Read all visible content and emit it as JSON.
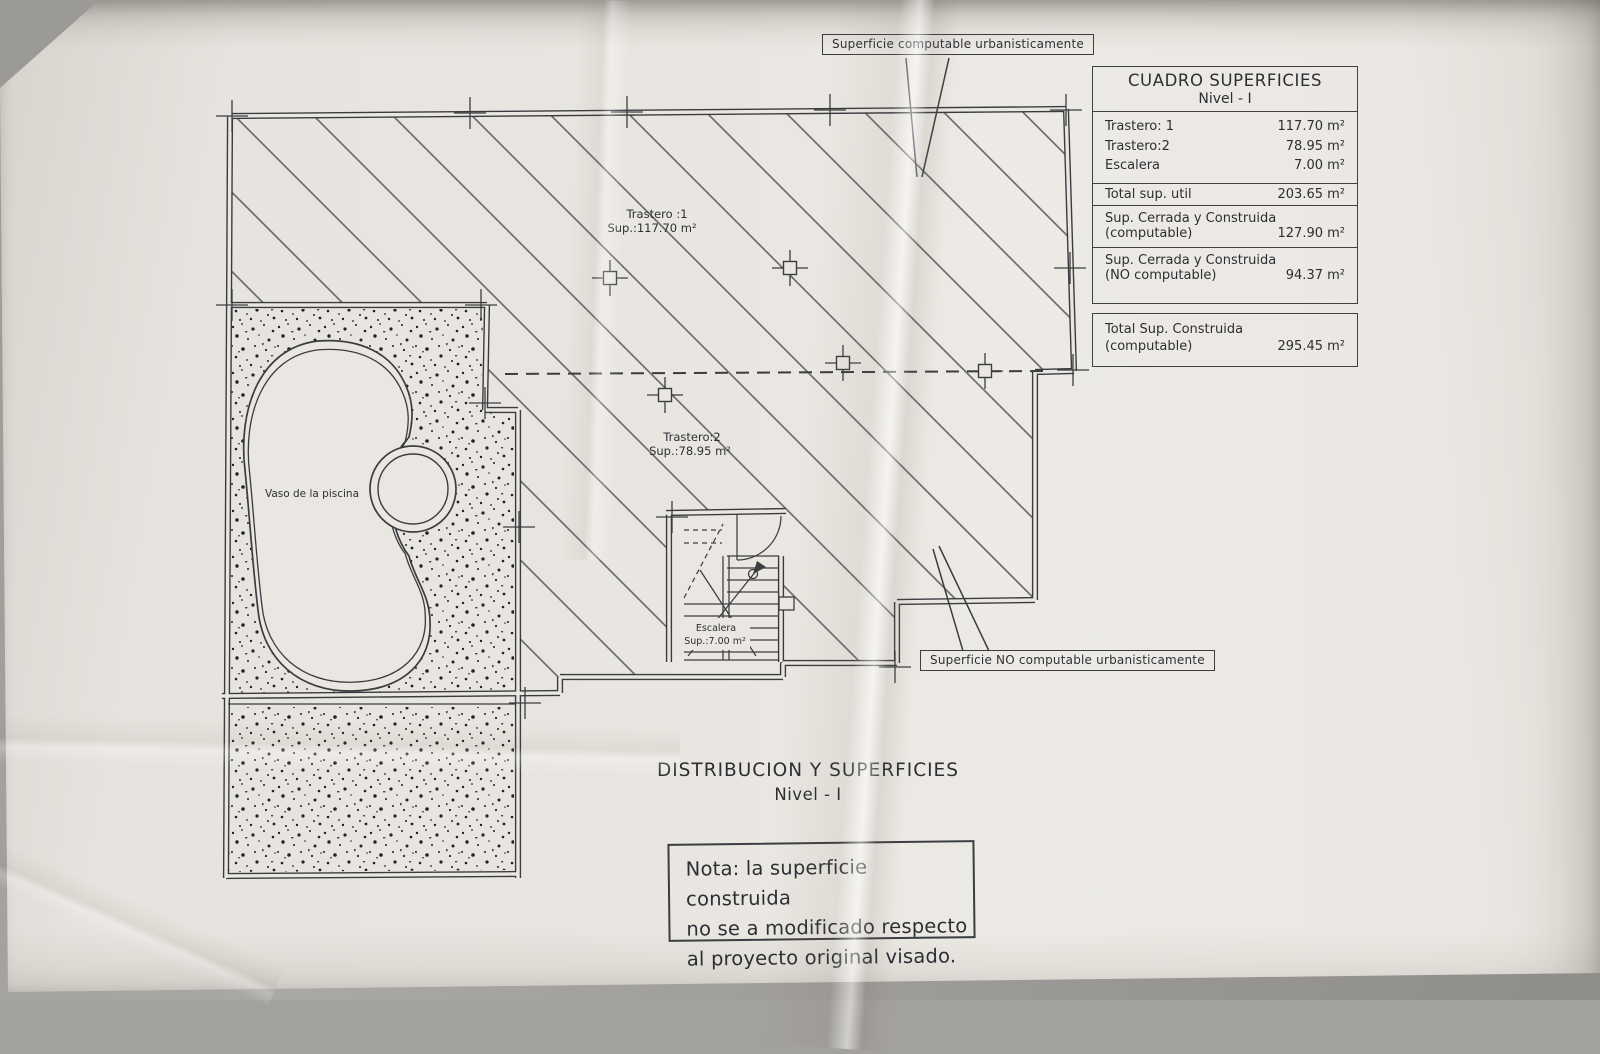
{
  "callouts": {
    "computable": "Superficie computable urbanisticamente",
    "no_computable": "Superficie NO computable urbanisticamente"
  },
  "surfaces_table": {
    "title": "CUADRO SUPERFICIES",
    "subtitle": "Nivel - I",
    "rooms": [
      {
        "label": "Trastero: 1",
        "value": "117.70 m²"
      },
      {
        "label": "Trastero:2",
        "value": "78.95 m²"
      },
      {
        "label": "Escalera",
        "value": "7.00 m²"
      }
    ],
    "total_util": {
      "label": "Total sup. util",
      "value": "203.65 m²"
    },
    "cerrada_computable": {
      "label": "Sup. Cerrada y Construida",
      "sublabel": "(computable)",
      "value": "127.90 m²"
    },
    "cerrada_no_computable": {
      "label": "Sup. Cerrada y Construida",
      "sublabel": "(NO computable)",
      "value": "94.37 m²"
    },
    "total_construida": {
      "label": "Total Sup. Construida",
      "sublabel": "(computable)",
      "value": "295.45 m²"
    }
  },
  "plan": {
    "trastero1": {
      "name": "Trastero :1",
      "sup": "Sup.:117.70 m²"
    },
    "trastero2": {
      "name": "Trastero:2",
      "sup": "Sup.:78.95 m²"
    },
    "pool_label": "Vaso de la piscina",
    "stairs": {
      "name": "Escalera",
      "sup": "Sup.:7.00 m²"
    }
  },
  "title_block": {
    "line1": "DISTRIBUCION Y SUPERFICIES",
    "line2": "Nivel - I"
  },
  "note": {
    "line1": "Nota: la superficie construida",
    "line2": "no se a modificado respecto",
    "line3": "al proyecto original visado."
  },
  "colors": {
    "paper": "#eae7e2",
    "ink": "#33373b",
    "backdrop": "#a3a19e"
  }
}
